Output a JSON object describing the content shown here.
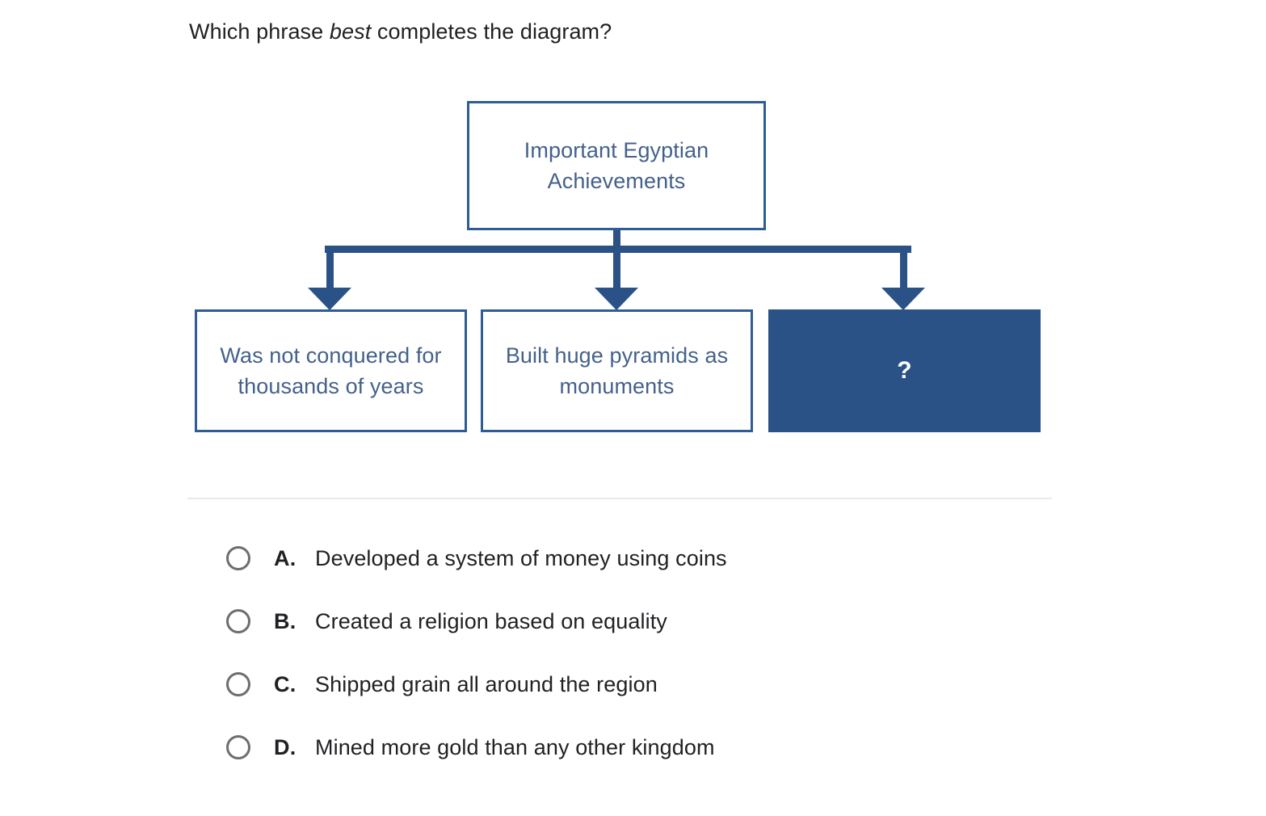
{
  "question": {
    "text_before_emphasis": "Which phrase ",
    "emphasis": "best",
    "text_after_emphasis": " completes the diagram?"
  },
  "diagram": {
    "root": {
      "label": "Important Egyptian Achievements",
      "style": "outline"
    },
    "children": [
      {
        "label": "Was not conquered for thousands of years",
        "style": "outline"
      },
      {
        "label": "Built huge pyramids as monuments",
        "style": "outline"
      },
      {
        "label": "?",
        "style": "filled"
      }
    ],
    "colors": {
      "border": "#2e5c94",
      "fill": "#2b5286",
      "connector": "#2b5286",
      "label": "#44618a",
      "filled_label": "#ffffff"
    }
  },
  "divider": {
    "color": "#e9e9e9"
  },
  "answers": {
    "options": [
      {
        "letter": "A.",
        "text": "Developed a system of money using coins",
        "selected": false
      },
      {
        "letter": "B.",
        "text": "Created a religion based on equality",
        "selected": false
      },
      {
        "letter": "C.",
        "text": "Shipped grain all around the region",
        "selected": false
      },
      {
        "letter": "D.",
        "text": "Mined more gold than any other kingdom",
        "selected": false
      }
    ],
    "radio_color": "#6d6d6d"
  }
}
